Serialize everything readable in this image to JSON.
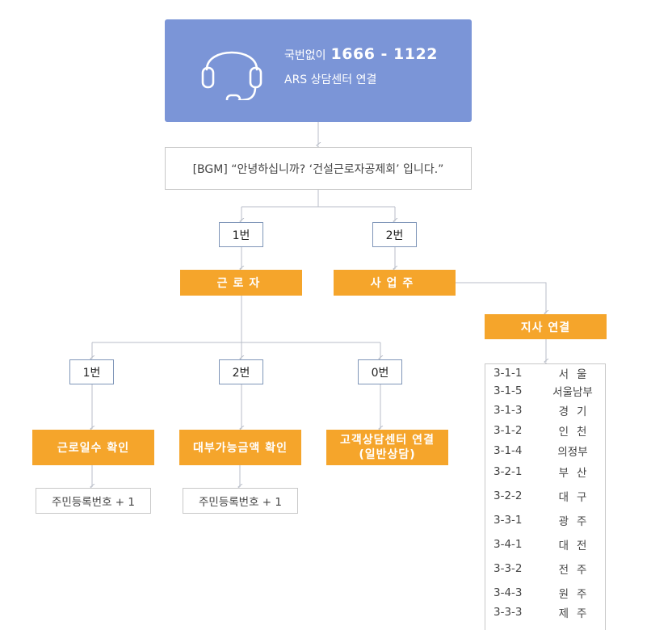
{
  "header": {
    "prefix": "국번없이",
    "phone": "1666 - 1122",
    "subtitle": "ARS 상담센터 연결",
    "icon": "headset-icon"
  },
  "greeting": "[BGM] “안녕하십니까? ‘건설근로자공제회’ 입니다.”",
  "level1": {
    "option1": "1번",
    "option2": "2번",
    "worker": "근로자",
    "employer": "사업주"
  },
  "worker_menu": {
    "opt1": "1번",
    "opt2": "2번",
    "opt0": "0번",
    "workdays": "근로일수 확인",
    "loan_amount": "대부가능금액 확인",
    "call_center_line1": "고객상담센터 연결",
    "call_center_line2": "(일반상담)",
    "resident_id_1": "주민등록번호 + 1",
    "resident_id_2": "주민등록번호 + 1"
  },
  "employer_menu": {
    "branch_connect": "지사 연결",
    "branches": [
      {
        "code": "3-1-1",
        "name": "서울"
      },
      {
        "code": "3-1-5",
        "name": "서울남부"
      },
      {
        "code": "3-1-3",
        "name": "경기"
      },
      {
        "code": "3-1-2",
        "name": "인천"
      },
      {
        "code": "3-1-4",
        "name": "의정부"
      },
      {
        "code": "3-2-1",
        "name": "부산"
      },
      {
        "code": "3-2-2",
        "name": "대구"
      },
      {
        "code": "3-3-1",
        "name": "광주"
      },
      {
        "code": "3-4-1",
        "name": "대전"
      },
      {
        "code": "3-3-2",
        "name": "전주"
      },
      {
        "code": "3-4-3",
        "name": "원주"
      },
      {
        "code": "3-3-3",
        "name": "제주"
      }
    ]
  },
  "colors": {
    "header": "#7b95d7",
    "orange": "#f5a52b",
    "connector": "#b9bec8",
    "number_border": "#7f96b8"
  }
}
